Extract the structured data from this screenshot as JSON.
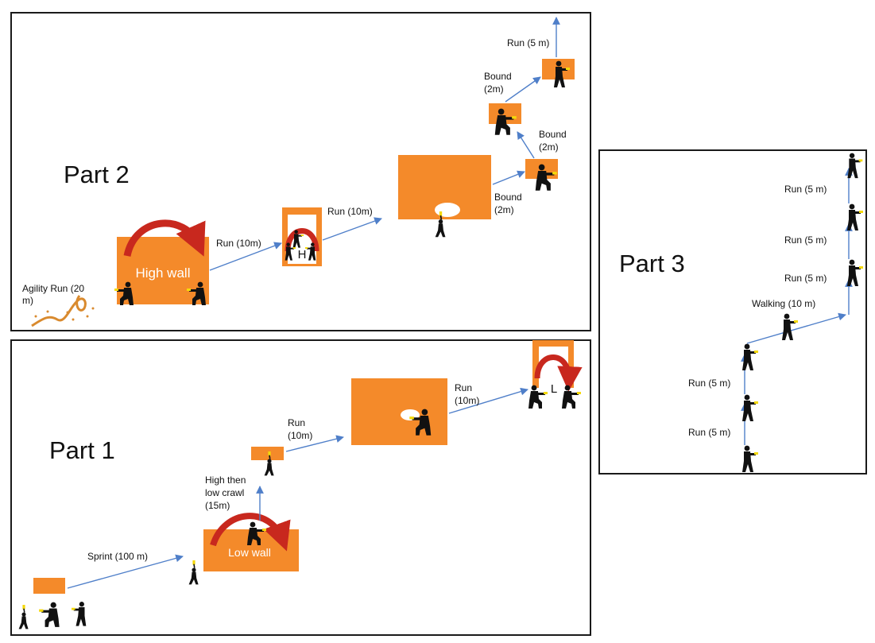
{
  "colors": {
    "obstacle": "#F48A2A",
    "arrow": "#4F7FC9",
    "curve": "#C8281E",
    "figure": "#111111",
    "weapon": "#F5D90A",
    "frame": "#1A1A1A",
    "agility_path": "#D98A2E"
  },
  "part1": {
    "title": "Part 1",
    "sprint": "Sprint (100 m)",
    "low_wall": "Low wall",
    "crawl_line1": "High then",
    "crawl_line2": "low crawl",
    "crawl_line3": "(15m)",
    "run1_line1": "Run",
    "run1_line2": "(10m)",
    "run2_line1": "Run",
    "run2_line2": "(10m)",
    "frame_letter": "L"
  },
  "part2": {
    "title": "Part 2",
    "agility_line1": "Agility Run (20",
    "agility_line2": "m)",
    "high_wall": "High wall",
    "run1": "Run (10m)",
    "run2": "Run (10m)",
    "frame_letter": "H",
    "bound1_line1": "Bound",
    "bound1_line2": "(2m)",
    "bound2_line1": "Bound",
    "bound2_line2": "(2m)",
    "bound3_line1": "Bound",
    "bound3_line2": "(2m)",
    "run_top": "Run (5 m)"
  },
  "part3": {
    "title": "Part 3",
    "run_a": "Run (5 m)",
    "run_b": "Run (5 m)",
    "walking": "Walking (10 m)",
    "run_c": "Run (5 m)",
    "run_d": "Run (5 m)",
    "run_e": "Run (5 m)"
  }
}
